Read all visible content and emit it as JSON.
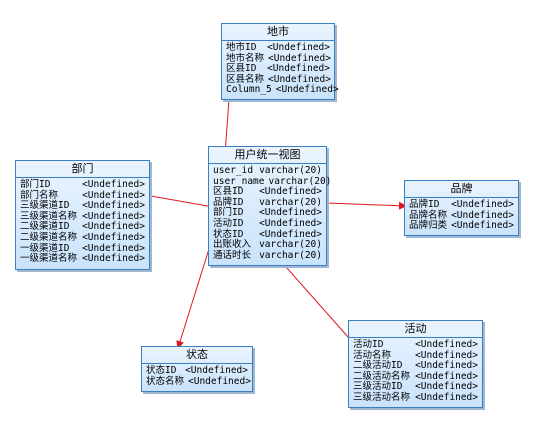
{
  "entities": {
    "city": {
      "title": "地市",
      "attrs": [
        {
          "name": "地市ID",
          "type": "<Undefined>"
        },
        {
          "name": "地市名称",
          "type": "<Undefined>"
        },
        {
          "name": "区县ID",
          "type": "<Undefined>"
        },
        {
          "name": "区县名称",
          "type": "<Undefined>"
        },
        {
          "name": "Column_5",
          "type": "<Undefined>"
        }
      ]
    },
    "dept": {
      "title": "部门",
      "attrs": [
        {
          "name": "部门ID",
          "type": "<Undefined>"
        },
        {
          "name": "部门名称",
          "type": "<Undefined>"
        },
        {
          "name": "三级渠道ID",
          "type": "<Undefined>"
        },
        {
          "name": "三级渠道名称",
          "type": "<Undefined>"
        },
        {
          "name": "二级渠道ID",
          "type": "<Undefined>"
        },
        {
          "name": "二级渠道名称",
          "type": "<Undefined>"
        },
        {
          "name": "一级渠道ID",
          "type": "<Undefined>"
        },
        {
          "name": "一级渠道名称",
          "type": "<Undefined>"
        }
      ]
    },
    "user_view": {
      "title": "用户统一视图",
      "attrs": [
        {
          "name": "user_id",
          "type": "varchar(20)"
        },
        {
          "name": "user_name",
          "type": "varchar(20)"
        },
        {
          "name": "区县ID",
          "type": "<Undefined>"
        },
        {
          "name": "品牌ID",
          "type": "varchar(20)"
        },
        {
          "name": "部门ID",
          "type": "<Undefined>"
        },
        {
          "name": "活动ID",
          "type": "<Undefined>"
        },
        {
          "name": "状态ID",
          "type": "<Undefined>"
        },
        {
          "name": "出账收入",
          "type": "varchar(20)"
        },
        {
          "name": "通话时长",
          "type": "varchar(20)"
        }
      ]
    },
    "brand": {
      "title": "品牌",
      "attrs": [
        {
          "name": "品牌ID",
          "type": "<Undefined>"
        },
        {
          "name": "品牌名称",
          "type": "<Undefined>"
        },
        {
          "name": "品牌归类",
          "type": "<Undefined>"
        }
      ]
    },
    "status": {
      "title": "状态",
      "attrs": [
        {
          "name": "状态ID",
          "type": "<Undefined>"
        },
        {
          "name": "状态名称",
          "type": "<Undefined>"
        }
      ]
    },
    "activity": {
      "title": "活动",
      "attrs": [
        {
          "name": "活动ID",
          "type": "<Undefined>"
        },
        {
          "name": "活动名称",
          "type": "<Undefined>"
        },
        {
          "name": "二级活动ID",
          "type": "<Undefined>"
        },
        {
          "name": "二级活动名称",
          "type": "<Undefined>"
        },
        {
          "name": "三级活动ID",
          "type": "<Undefined>"
        },
        {
          "name": "三级活动名称",
          "type": "<Undefined>"
        }
      ]
    }
  },
  "colors": {
    "arrow": "#e0181e",
    "border": "#3a7fc1"
  }
}
